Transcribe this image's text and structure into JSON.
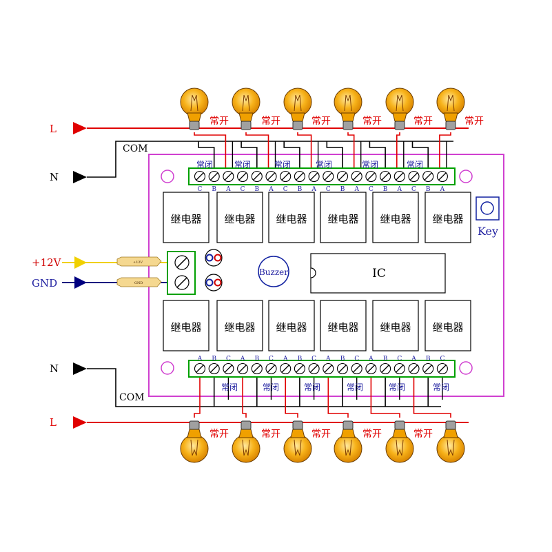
{
  "labels": {
    "line": "L",
    "neutral": "N",
    "com": "COM",
    "plus12v": "+12V",
    "gnd": "GND",
    "plus12v_tag": "+12V",
    "gnd_tag": "GND",
    "normally_open": "常开",
    "normally_closed": "常闭",
    "relay": "继电器",
    "buzzer": "Buzzer",
    "ic": "IC",
    "key": "Key",
    "term_a": "A",
    "term_b": "B",
    "term_c": "C"
  },
  "colors": {
    "line_wire": "#e00000",
    "neutral_wire": "#000000",
    "plus12v_wire": "#f0d000",
    "gnd_wire": "#000080",
    "board_border": "#d040d0",
    "terminal_green": "#00a000",
    "lamp_orange": "#f5a000",
    "text_red": "#e00000",
    "text_blue": "#2020a0"
  }
}
